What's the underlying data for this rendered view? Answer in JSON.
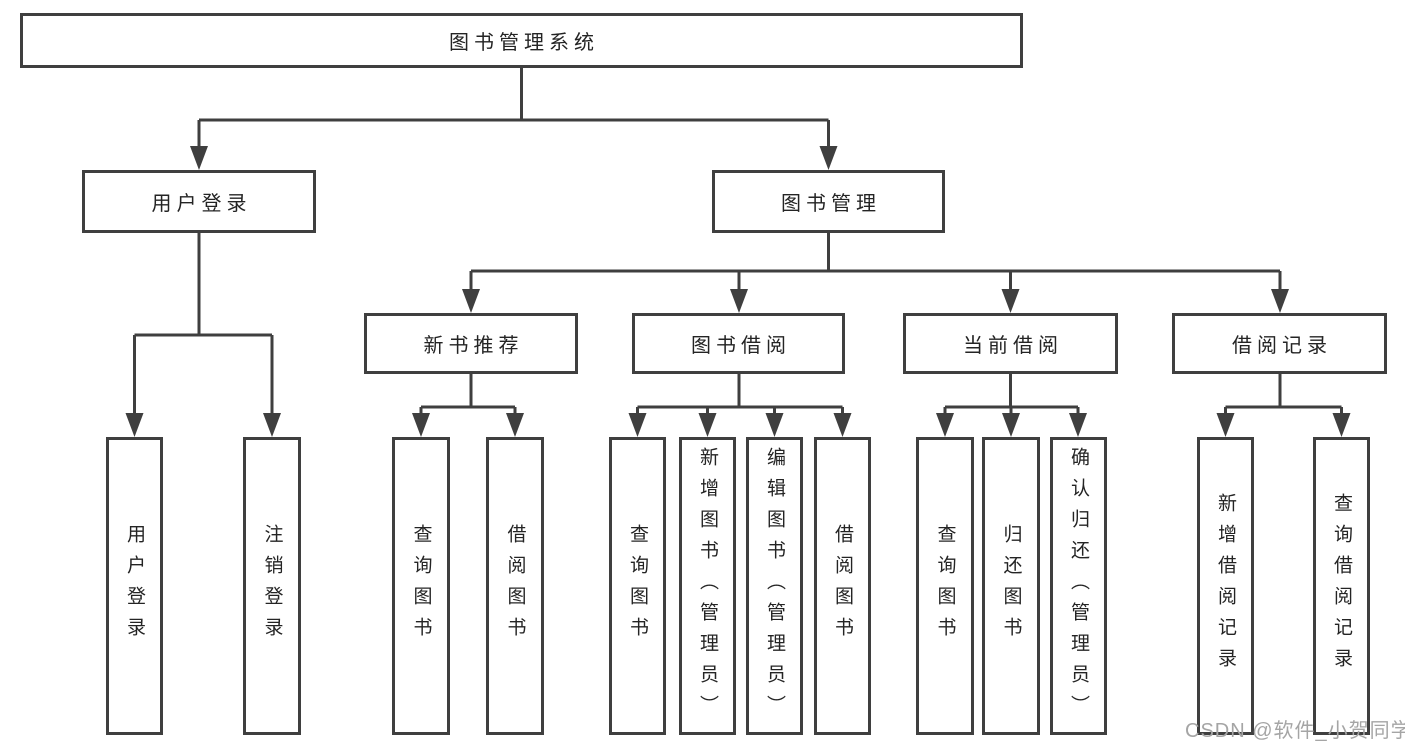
{
  "diagram": {
    "root": {
      "label": "图书管理系统"
    },
    "level2": {
      "user_login": {
        "label": "用户登录"
      },
      "book_management": {
        "label": "图书管理"
      }
    },
    "level3": {
      "new_book_recommend": {
        "label": "新书推荐"
      },
      "book_borrowing": {
        "label": "图书借阅"
      },
      "current_borrowing": {
        "label": "当前借阅"
      },
      "borrow_records": {
        "label": "借阅记录"
      }
    },
    "leaves": {
      "user_login_children": [
        "用户登录",
        "注销登录"
      ],
      "new_book_children": [
        "查询图书",
        "借阅图书"
      ],
      "book_borrowing_children": [
        "查询图书",
        "新增图书（管理员）",
        "编辑图书（管理员）",
        "借阅图书"
      ],
      "current_borrowing_children": [
        "查询图书",
        "归还图书",
        "确认归还（管理员）"
      ],
      "borrow_records_children": [
        "新增借阅记录",
        "查询借阅记录"
      ]
    }
  },
  "watermark": {
    "text": "CSDN @软件_小贺同学"
  },
  "colors": {
    "line": "#3f3f3f",
    "text": "#242424",
    "watermark": "#a5a5a5",
    "background": "#ffffff"
  }
}
